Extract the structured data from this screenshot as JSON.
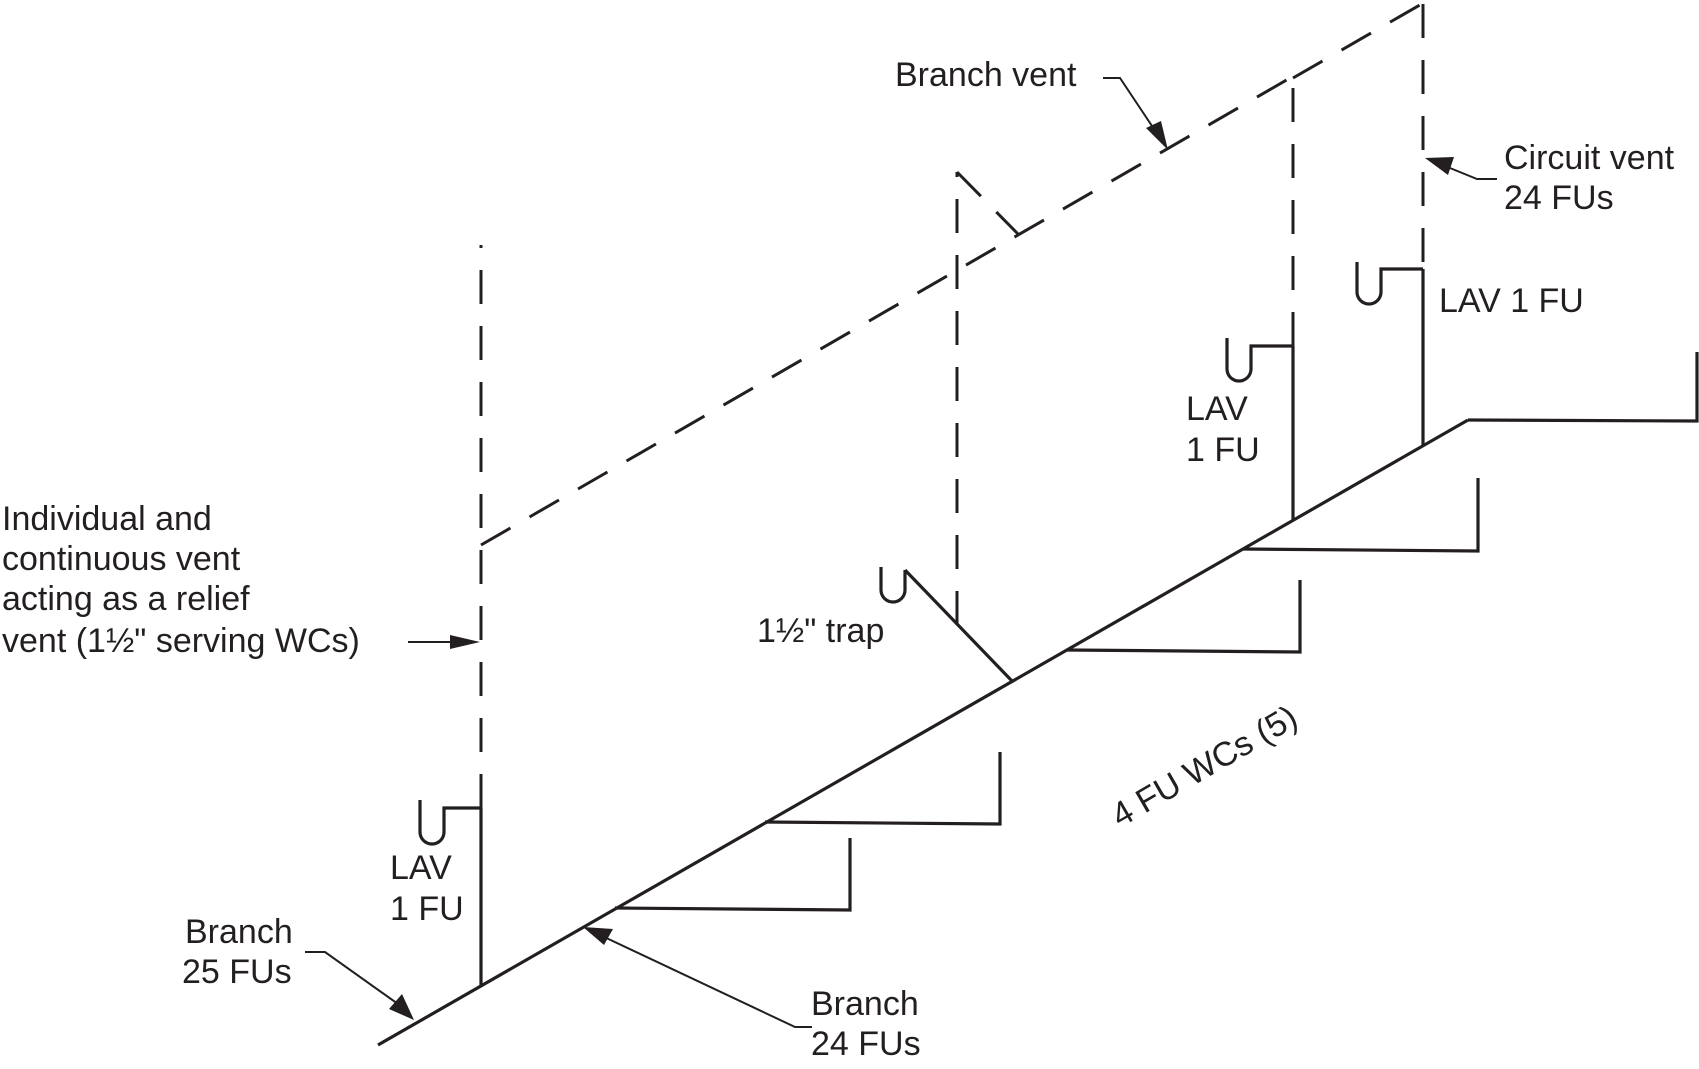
{
  "diagram": {
    "title": "Circuit vent with relief vent plumbing isometric",
    "labels": {
      "branch_vent": "Branch vent",
      "circuit_vent_line1": "Circuit vent",
      "circuit_vent_line2": "24 FUs",
      "lav_right": "LAV 1 FU",
      "lav_mid_line1": "LAV",
      "lav_mid_line2": "1 FU",
      "relief_line1": "Individual and",
      "relief_line2": "continuous vent",
      "relief_line3": "acting as a relief",
      "relief_line4": "vent (1½\" serving WCs)",
      "trap": "1½\" trap",
      "wcs": "4 FU WCs (5)",
      "lav_left_line1": "LAV",
      "lav_left_line2": "1 FU",
      "branch25_line1": "Branch",
      "branch25_line2": "25 FUs",
      "branch24_line1": "Branch",
      "branch24_line2": "24 FUs"
    },
    "line_color": "#231f20",
    "background": "#ffffff"
  }
}
